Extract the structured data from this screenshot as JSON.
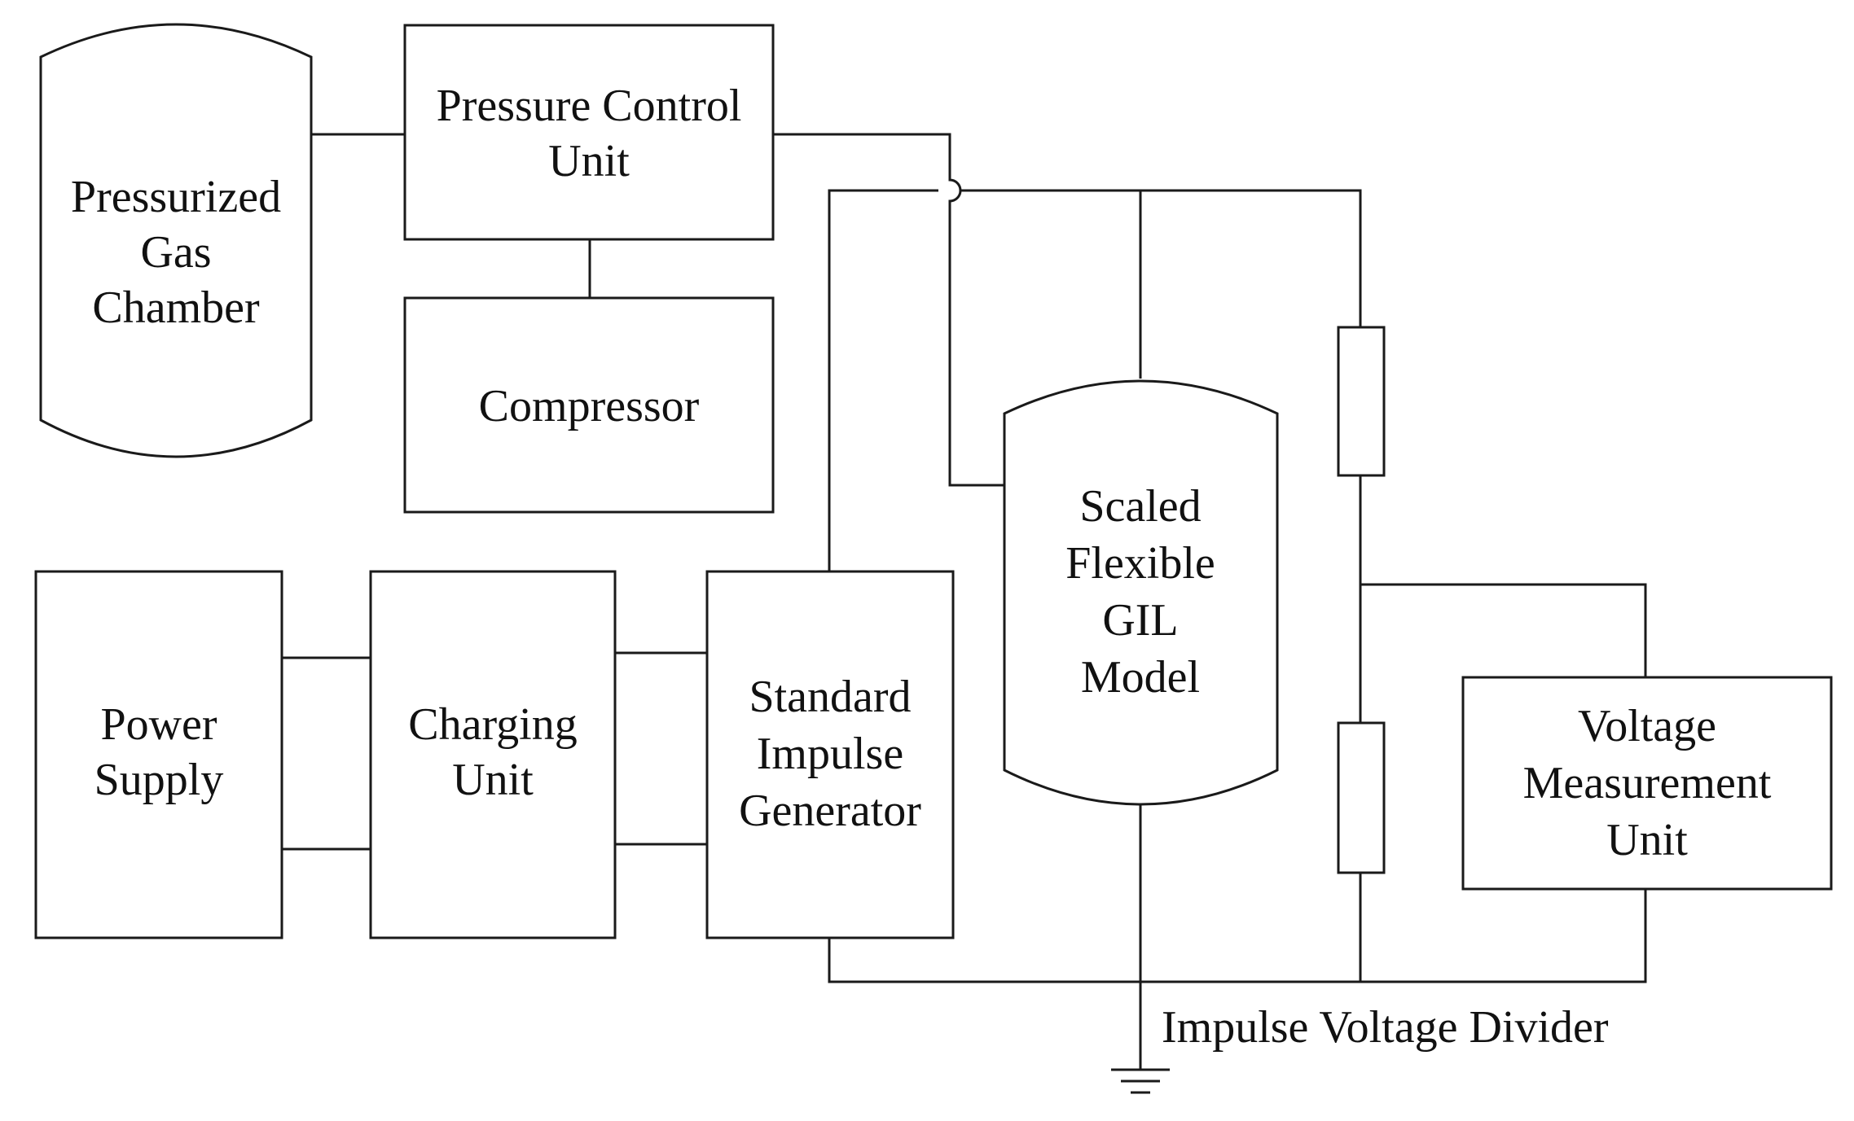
{
  "diagram": {
    "components": {
      "gas_chamber": [
        "Pressurized",
        "Gas",
        "Chamber"
      ],
      "pressure_control": [
        "Pressure Control",
        "Unit"
      ],
      "compressor": [
        "Compressor"
      ],
      "power_supply": [
        "Power",
        "Supply"
      ],
      "charging_unit": [
        "Charging",
        "Unit"
      ],
      "impulse_generator": [
        "Standard",
        "Impulse",
        "Generator"
      ],
      "gil_model": [
        "Scaled",
        "Flexible",
        "GIL",
        "Model"
      ],
      "voltage_measurement": [
        "Voltage",
        "Measurement",
        "Unit"
      ]
    },
    "divider_label": "Impulse Voltage Divider"
  }
}
